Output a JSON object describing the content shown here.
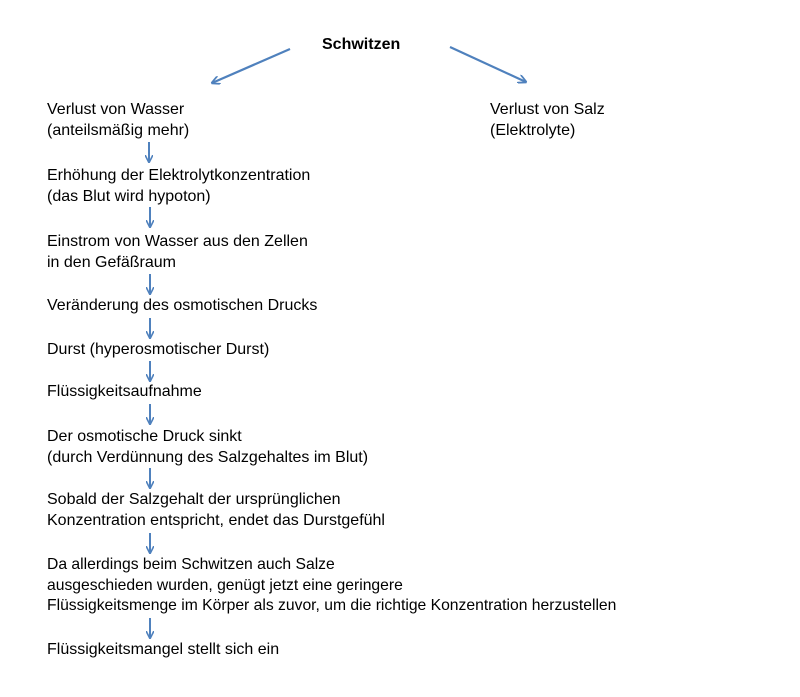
{
  "title": "Schwitzen",
  "branches": {
    "left": {
      "lines": [
        "Verlust von Wasser",
        "(anteilsmäßig mehr)"
      ]
    },
    "right": {
      "lines": [
        "Verlust von Salz",
        "(Elektrolyte)"
      ]
    }
  },
  "steps": [
    {
      "lines": [
        "Erhöhung der Elektrolytkonzentration",
        "(das Blut wird hypoton)"
      ]
    },
    {
      "lines": [
        "Einstrom von Wasser aus den Zellen",
        "in den Gefäßraum"
      ]
    },
    {
      "lines": [
        "Veränderung des osmotischen Drucks"
      ]
    },
    {
      "lines": [
        "Durst (hyperosmotischer Durst)"
      ]
    },
    {
      "lines": [
        "Flüssigkeitsaufnahme"
      ]
    },
    {
      "lines": [
        "Der osmotische Druck sinkt",
        "(durch Verdünnung des Salzgehaltes im Blut)"
      ]
    },
    {
      "lines": [
        "Sobald der Salzgehalt der ursprünglichen",
        "Konzentration entspricht, endet das Durstgefühl"
      ]
    },
    {
      "lines": [
        "Da allerdings beim Schwitzen auch Salze",
        "ausgeschieden wurden, genügt jetzt eine geringere",
        "Flüssigkeitsmenge im Körper als zuvor, um die richtige Konzentration herzustellen"
      ]
    },
    {
      "lines": [
        "Flüssigkeitsmangel stellt sich ein"
      ]
    }
  ],
  "colors": {
    "arrow": "#4f81bd",
    "text": "#000000"
  }
}
